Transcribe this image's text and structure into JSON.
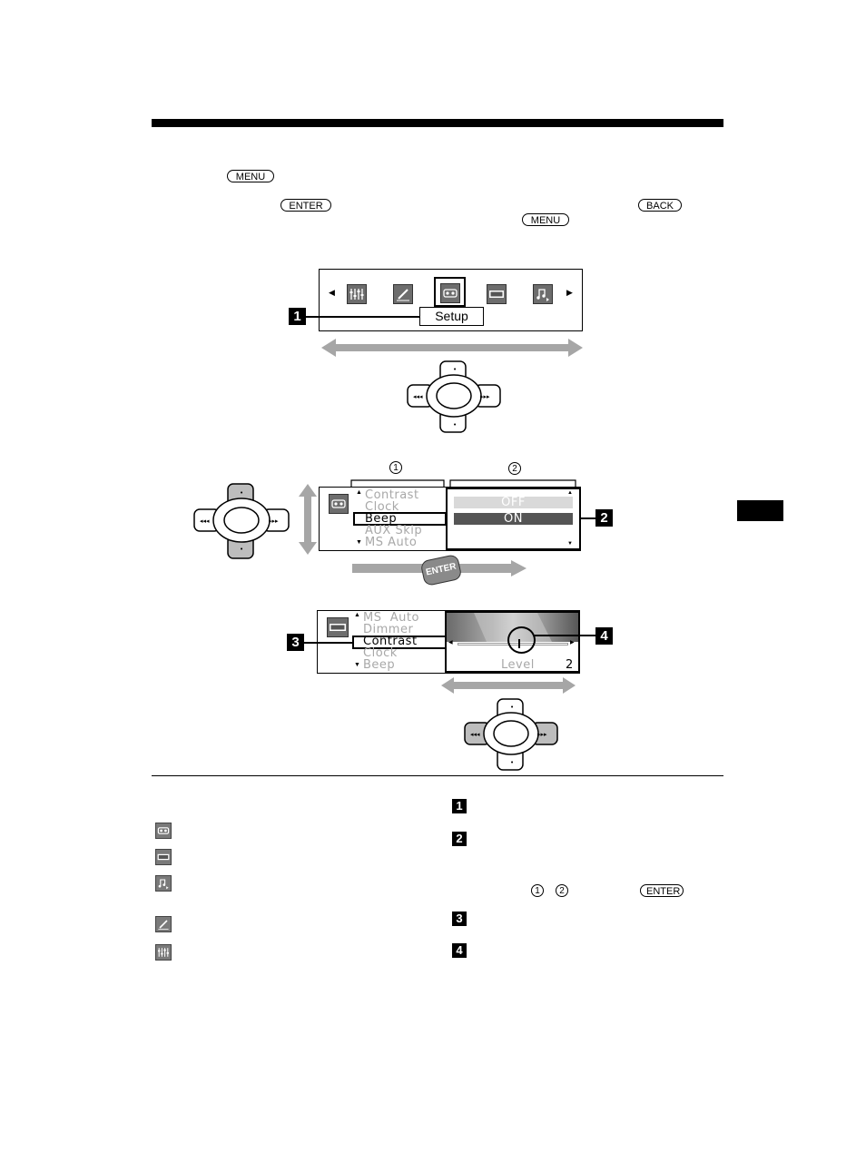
{
  "keys": {
    "menu_top": "MENU",
    "enter": "ENTER",
    "back": "BACK",
    "menu_second": "MENU",
    "enter_legend": "ENTER"
  },
  "menu_panel": {
    "selected_label": "Setup",
    "callout": "1",
    "icons": [
      "equalizer-icon",
      "pencil-icon",
      "setup-icon",
      "display-icon",
      "music-icon"
    ]
  },
  "setup_panel": {
    "items": [
      "Contrast",
      "Clock",
      "Beep",
      "AUX Skip",
      "MS Auto"
    ],
    "selected": "Beep",
    "options": [
      "OFF",
      "ON"
    ],
    "selected_option": "ON",
    "column_labels": [
      "1",
      "2"
    ],
    "callout": "2",
    "enter_button": "ENTER"
  },
  "display_panel": {
    "items": [
      "MS  Auto",
      "Dimmer",
      "Contrast",
      "Clock",
      "Beep"
    ],
    "selected": "Contrast",
    "level_label": "Level",
    "level_value": "2",
    "level_fraction": 0.55,
    "callout_left": "3",
    "callout_right": "4"
  },
  "legend": {
    "icons": [
      "setup-icon",
      "display-icon",
      "music-icon",
      "pencil-icon",
      "equalizer-icon"
    ],
    "numbers": [
      "1",
      "2",
      "3",
      "4"
    ],
    "circles": [
      "1",
      "2"
    ]
  },
  "colors": {
    "icon_gray": "#6d6d6d",
    "arrow_gray": "#a6a6a6",
    "selected_fill": "#555555"
  }
}
